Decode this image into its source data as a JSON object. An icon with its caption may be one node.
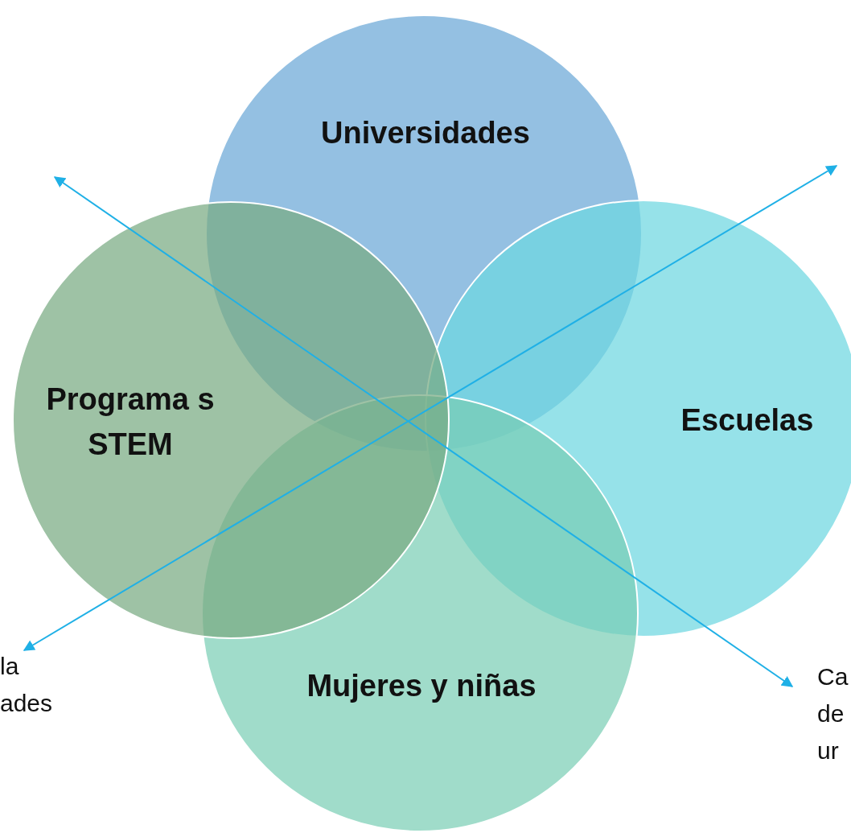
{
  "diagram": {
    "nodes": [
      {
        "text": [
          "Universidades"
        ]
      },
      {
        "text": [
          "Programa s STEM"
        ]
      },
      {
        "text": [
          "Escuelas"
        ]
      },
      {
        "text": [
          "Mujeres y niñas"
        ]
      },
      {
        "text": [
          "la ades"
        ]
      },
      {
        "text": [
          "Ca de ur"
        ]
      }
    ],
    "edges": [
      {
        "from": null,
        "to": 5,
        "arrow": "both"
      },
      {
        "from": null,
        "to": 4,
        "arrow": "both"
      }
    ]
  }
}
